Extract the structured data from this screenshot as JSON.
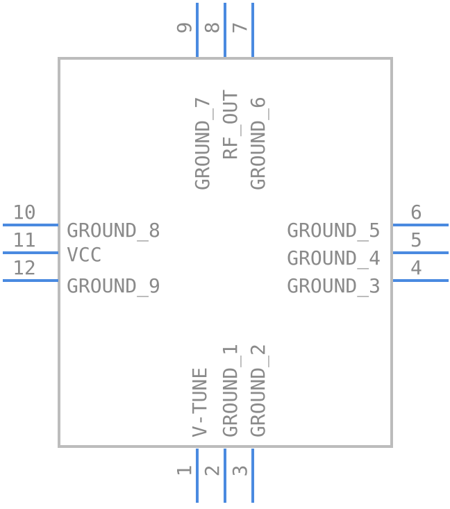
{
  "component": {
    "pins": {
      "left": [
        {
          "number": "10",
          "name": "GROUND_8"
        },
        {
          "number": "11",
          "name": "VCC"
        },
        {
          "number": "12",
          "name": "GROUND_9"
        }
      ],
      "right": [
        {
          "number": "6",
          "name": "GROUND_5"
        },
        {
          "number": "5",
          "name": "GROUND_4"
        },
        {
          "number": "4",
          "name": "GROUND_3"
        }
      ],
      "top": [
        {
          "number": "9",
          "name": "GROUND_7"
        },
        {
          "number": "8",
          "name": "RF_OUT"
        },
        {
          "number": "7",
          "name": "GROUND_6"
        }
      ],
      "bottom": [
        {
          "number": "1",
          "name": "V-TUNE"
        },
        {
          "number": "2",
          "name": "GROUND_1"
        },
        {
          "number": "3",
          "name": "GROUND_2"
        }
      ]
    }
  },
  "colors": {
    "pin_line": "#4a8ae0",
    "body_outline": "#bcbcbc",
    "text": "#8a8a8a"
  }
}
